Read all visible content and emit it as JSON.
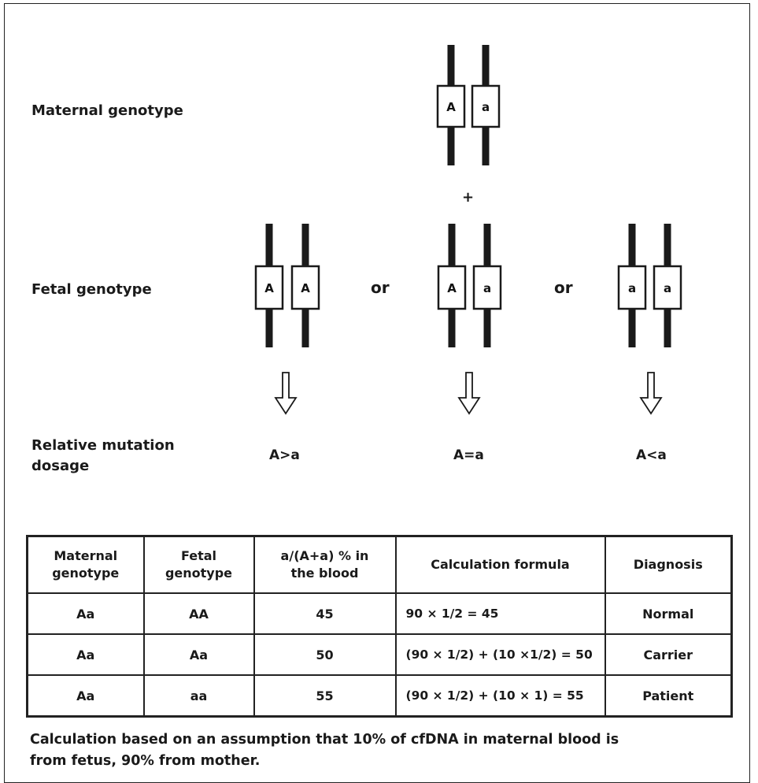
{
  "labels": {
    "maternal_genotype": "Maternal genotype",
    "fetal_genotype": "Fetal genotype",
    "relative_mutation_dosage_line1": "Relative mutation",
    "relative_mutation_dosage_line2": "dosage"
  },
  "plus": "+",
  "or": "or",
  "maternal_alleles": [
    "A",
    "a"
  ],
  "fetal_options": [
    {
      "alleles": [
        "A",
        "A"
      ],
      "dosage": "A>a"
    },
    {
      "alleles": [
        "A",
        "a"
      ],
      "dosage": "A=a"
    },
    {
      "alleles": [
        "a",
        "a"
      ],
      "dosage": "A<a"
    }
  ],
  "table": {
    "headers": [
      [
        "Maternal",
        "genotype"
      ],
      [
        "Fetal",
        "genotype"
      ],
      [
        "a/(A+a) % in",
        "the blood"
      ],
      [
        "Calculation formula"
      ],
      [
        "Diagnosis"
      ]
    ],
    "rows": [
      {
        "maternal": "Aa",
        "fetal": "AA",
        "percent": "45",
        "formula": "90 × 1/2 = 45",
        "diagnosis": "Normal"
      },
      {
        "maternal": "Aa",
        "fetal": "Aa",
        "percent": "50",
        "formula": "(90 × 1/2) + (10 ×1/2) = 50",
        "diagnosis": "Carrier"
      },
      {
        "maternal": "Aa",
        "fetal": "aa",
        "percent": "55",
        "formula": "(90 × 1/2) + (10 × 1) = 55",
        "diagnosis": "Patient"
      }
    ]
  },
  "note_line1": "Calculation based on an assumption that 10% of cfDNA in maternal blood is",
  "note_line2": "from fetus, 90% from mother."
}
